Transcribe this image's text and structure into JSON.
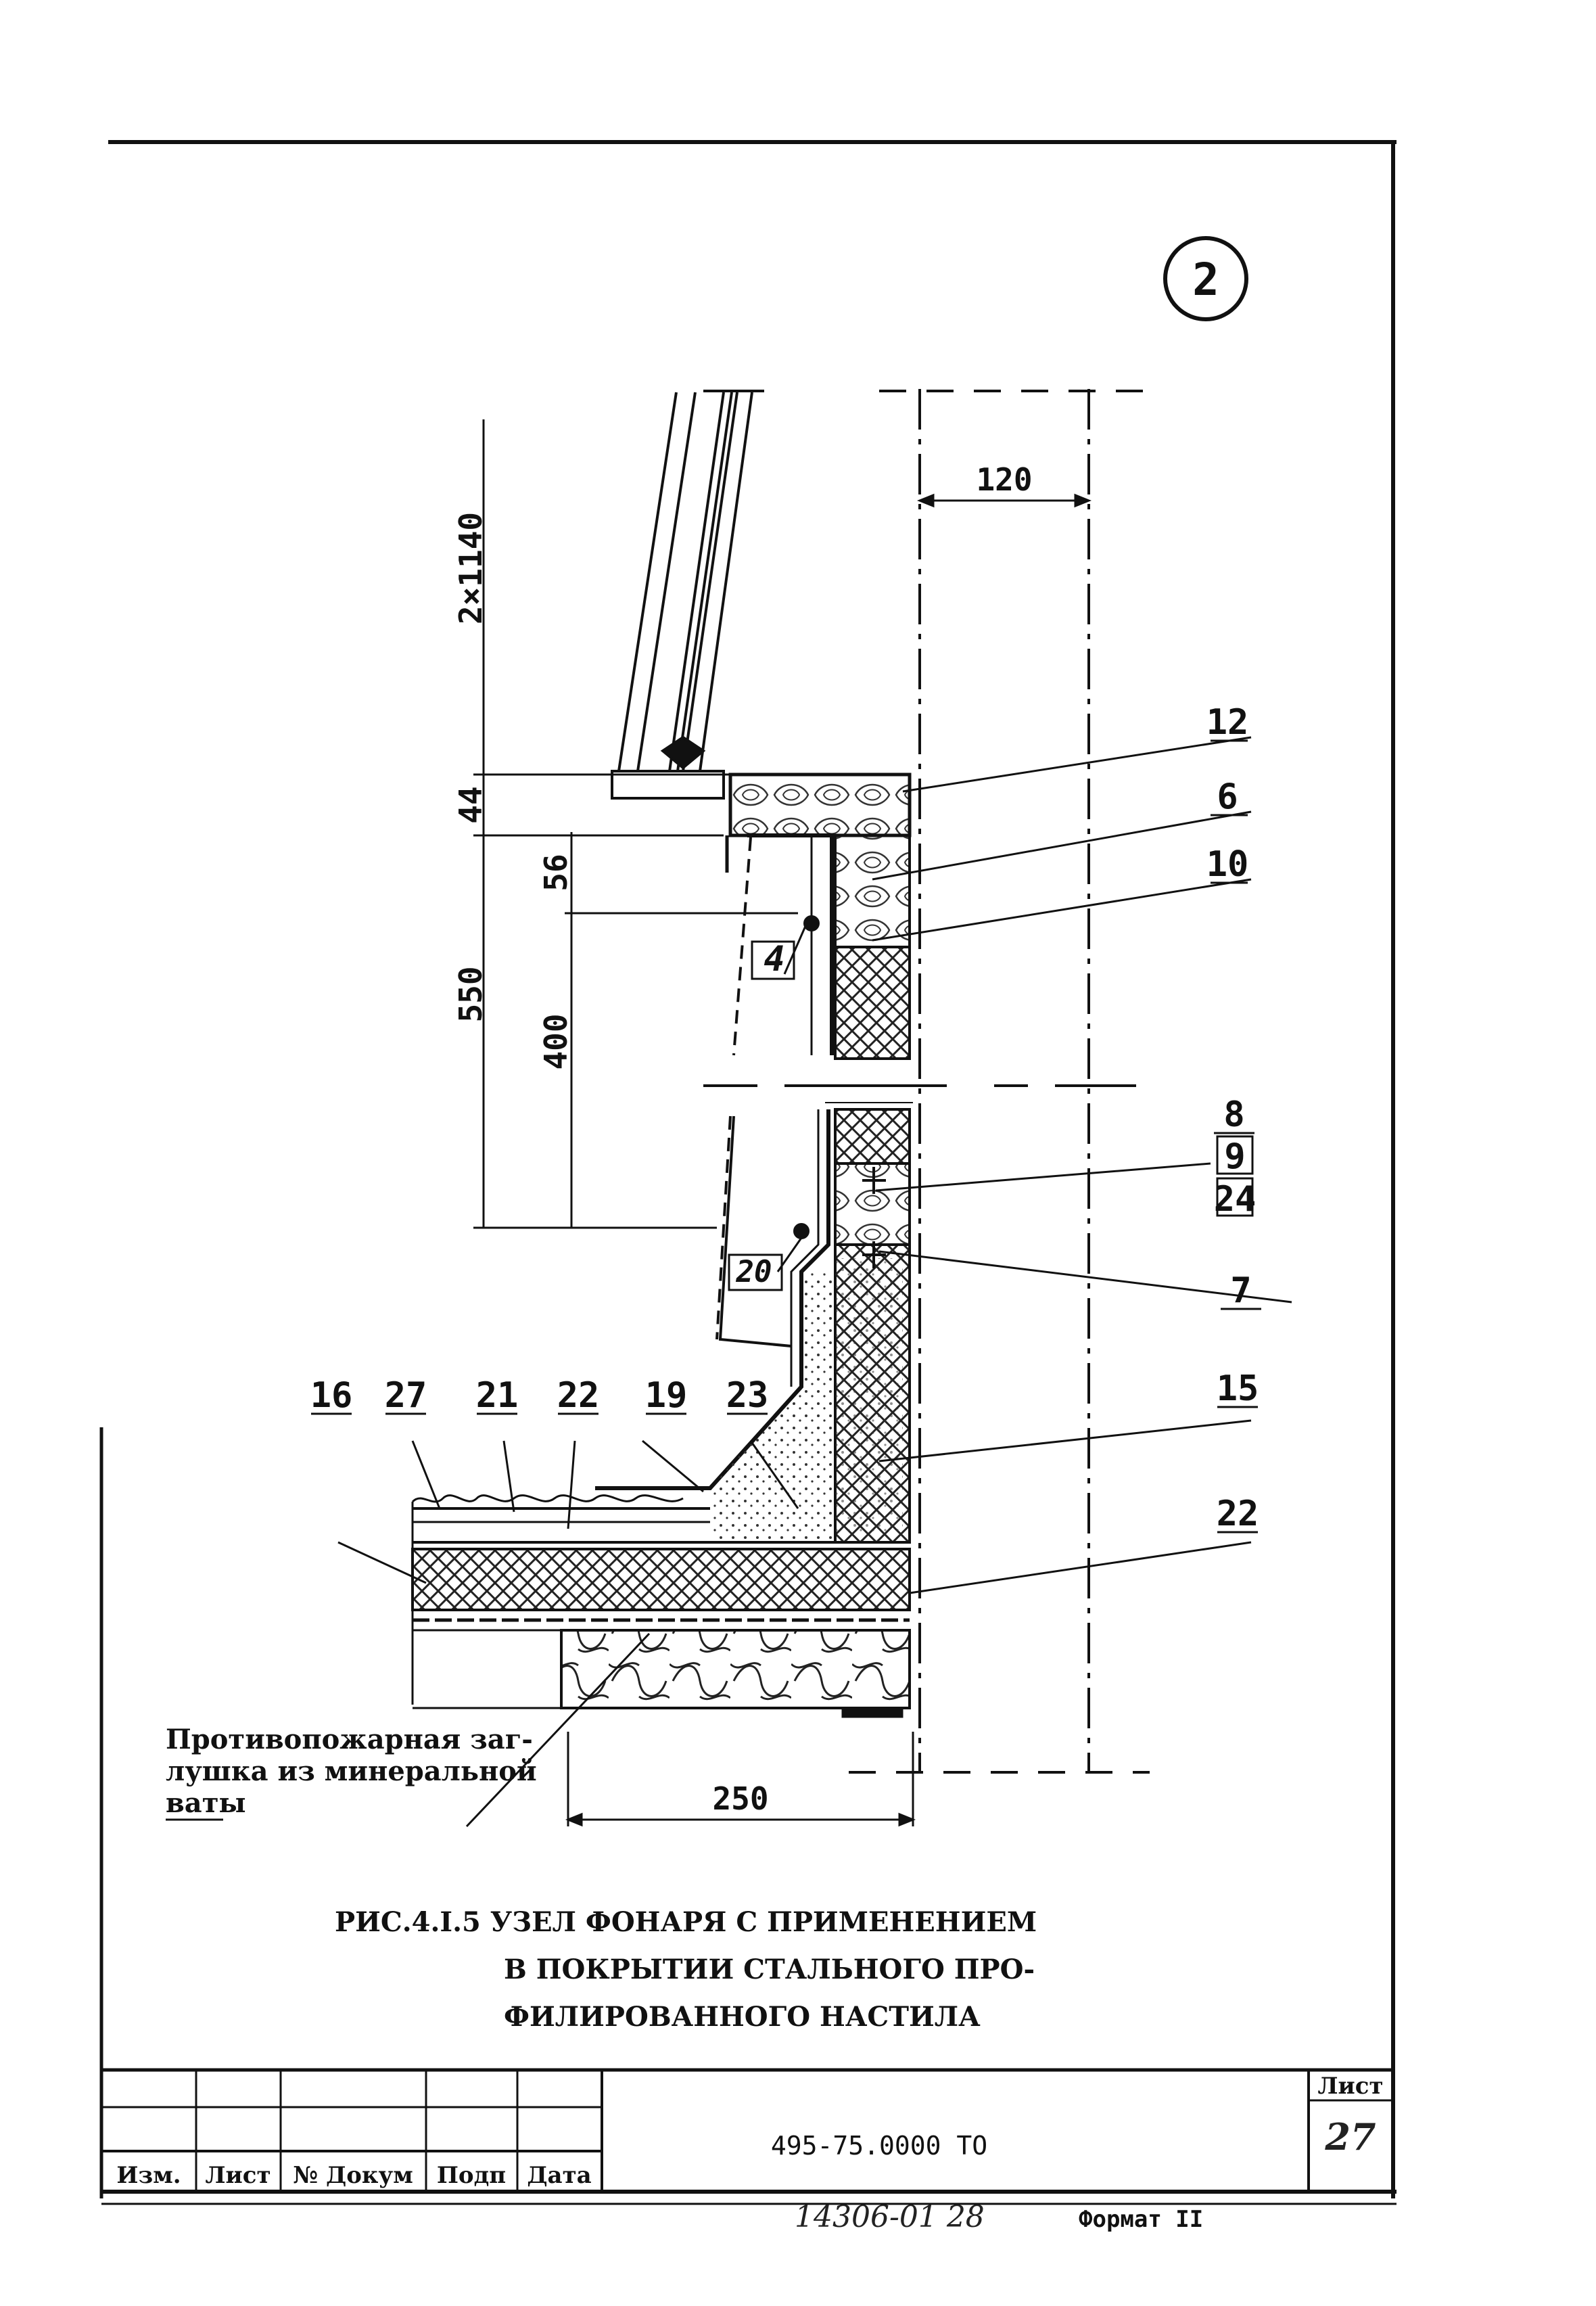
{
  "sheet": {
    "node_marker": "2",
    "caption": [
      "РИС.4.I.5  УЗЕЛ ФОНАРЯ С ПРИМЕНЕНИЕМ",
      "В ПОКРЫТИИ  СТАЛЬНОГО ПРО-",
      "ФИЛИРОВАННОГО НАСТИЛА"
    ],
    "fire_note": [
      "Противопожарная заг-",
      "лушка из минеральной",
      "ваты"
    ]
  },
  "dimensions": {
    "window_height": "2×1140",
    "d44": "44",
    "d550": "550",
    "d56": "56",
    "d400": "400",
    "d120": "120",
    "d250": "250"
  },
  "callouts": {
    "c12": "12",
    "c6": "6",
    "c10": "10",
    "c8": "8",
    "c9": "9",
    "c24": "24",
    "c7": "7",
    "c15": "15",
    "c22_right": "22",
    "c4": "4",
    "c20": "20",
    "c16": "16",
    "c27": "27",
    "c21": "21",
    "c22_top": "22",
    "c19": "19",
    "c23": "23"
  },
  "title_block": {
    "headers": [
      "Изм.",
      "Лист",
      "№ Докум",
      "Подп",
      "Дата"
    ],
    "doc_code": "495-75.0000 ТО",
    "sheet_label": "Лист",
    "sheet_number": "27",
    "archive_number": "14306-01 28",
    "format": "Формат II"
  }
}
